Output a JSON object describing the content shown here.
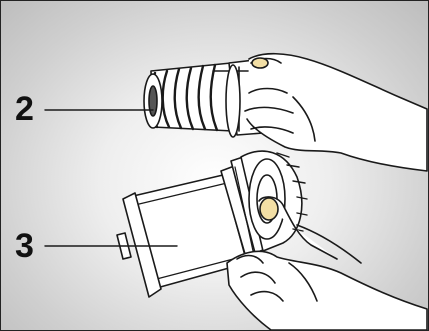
{
  "callouts": [
    {
      "label": "2",
      "refers_to": "filter-insert"
    },
    {
      "label": "3",
      "refers_to": "filter-housing"
    }
  ],
  "colors": {
    "outline": "#1a1a1a",
    "background_center": "#ffffff",
    "background_edge": "#bdbdbd",
    "skin": "#ffffff",
    "fingernail": "#f3dfa5"
  }
}
